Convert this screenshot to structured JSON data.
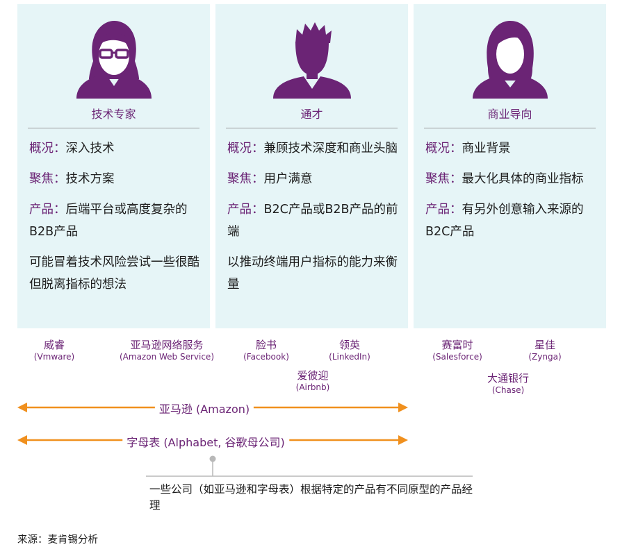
{
  "panels": [
    {
      "title": "技术专家",
      "icon": "woman-with-glasses-icon",
      "overview_label": "概况：",
      "overview": "深入技术",
      "focus_label": "聚焦：",
      "focus": "技术方案",
      "product_label": "产品：",
      "product": "后端平台或高度复杂的B2B产品",
      "extra": "可能冒着技术风险尝试一些很酷但脱离指标的想法"
    },
    {
      "title": "通才",
      "icon": "man-icon",
      "overview_label": "概况：",
      "overview": "兼顾技术深度和商业头脑",
      "focus_label": "聚焦：",
      "focus": "用户满意",
      "product_label": "产品：",
      "product": "B2C产品或B2B产品的前端",
      "extra": "以推动终端用户指标的能力来衡量"
    },
    {
      "title": "商业导向",
      "icon": "woman-icon",
      "overview_label": "概况：",
      "overview": "商业背景",
      "focus_label": "聚焦：",
      "focus": "最大化具体的商业指标",
      "product_label": "产品：",
      "product": "有另外创意输入来源的B2C产品",
      "extra": ""
    }
  ],
  "companies": [
    {
      "zh": "威睿",
      "en": "(Vmware)"
    },
    {
      "zh": "亚马逊网络服务",
      "en": "(Amazon Web Service)"
    },
    {
      "zh": "脸书",
      "en": "(Facebook)"
    },
    {
      "zh": "领英",
      "en": "(LinkedIn)"
    },
    {
      "zh": "爱彼迎",
      "en": "(Airbnb)"
    },
    {
      "zh": "赛富时",
      "en": "(Salesforce)"
    },
    {
      "zh": "星佳",
      "en": "(Zynga)"
    },
    {
      "zh": "大通银行",
      "en": "(Chase)"
    }
  ],
  "spans": [
    {
      "label": "亚马逊 (Amazon)"
    },
    {
      "label": "字母表 (Alphabet, 谷歌母公司)"
    }
  ],
  "note": "一些公司（如亚马逊和字母表）根据特定的产品有不同原型的产品经理",
  "source": "来源：麦肯锡分析",
  "colors": {
    "accent": "#6b2475",
    "arrow": "#f0901e",
    "panel_bg": "#e6f5f7"
  }
}
